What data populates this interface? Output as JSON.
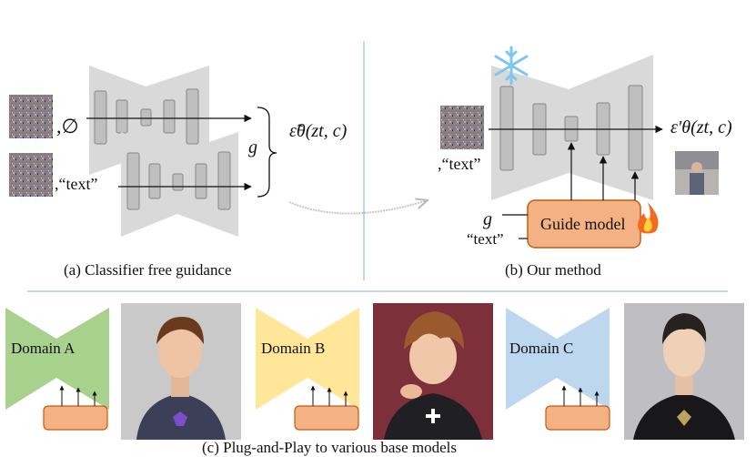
{
  "panel_a": {
    "null_symbol": ",∅",
    "text_token": ",“text”",
    "g_label": "g",
    "output": "ε̃θ(zt, c)",
    "caption": "(a) Classifier free guidance"
  },
  "panel_b": {
    "text_token": ",“text”",
    "g_label": "g",
    "text_label": "“text”",
    "guide_model_label": "Guide model",
    "output": "ε′θ(zt, c)",
    "caption": "(b) Our method"
  },
  "panel_c": {
    "domains": [
      {
        "label": "Domain A",
        "color": "#a9d18e"
      },
      {
        "label": "Domain B",
        "color": "#ffe699"
      },
      {
        "label": "Domain C",
        "color": "#bdd7ee"
      }
    ],
    "caption": "(c) Plug-and-Play to various base models"
  },
  "colors": {
    "unet_gray": "#d9d9d9",
    "block_gray": "#bfbfbf",
    "guide_orange": "#f4b183",
    "guide_border": "#c55a11",
    "divider_blue": "#8faadc"
  },
  "icons": [
    "snowflake-icon",
    "fire-icon"
  ]
}
